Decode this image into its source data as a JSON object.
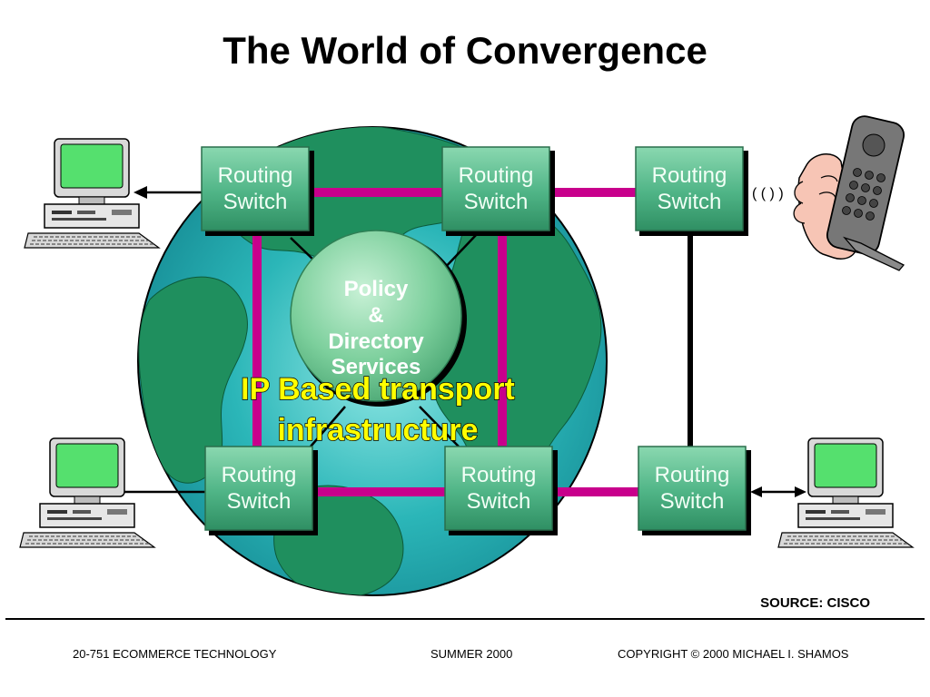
{
  "title": "The World of Convergence",
  "switch_line1": "Routing",
  "switch_line2": "Switch",
  "policy": {
    "line1": "Policy",
    "line2": "&",
    "line3": "Directory",
    "line4": "Services"
  },
  "ip_label": {
    "line1": "IP Based transport",
    "line2": "infrastructure"
  },
  "radio_waves": "( ( ) )",
  "source": "SOURCE: CISCO",
  "footer": {
    "left": "20-751 ECOMMERCE TECHNOLOGY",
    "center": "SUMMER 2000",
    "right": "COPYRIGHT © 2000 MICHAEL I. SHAMOS"
  },
  "colors": {
    "ocean": "#2bb6b8",
    "land": "#1f8f5e",
    "switch": "#4fb486",
    "link_magenta": "#c8008c",
    "ip_text": "#ffff00",
    "screen": "#55e06e"
  }
}
